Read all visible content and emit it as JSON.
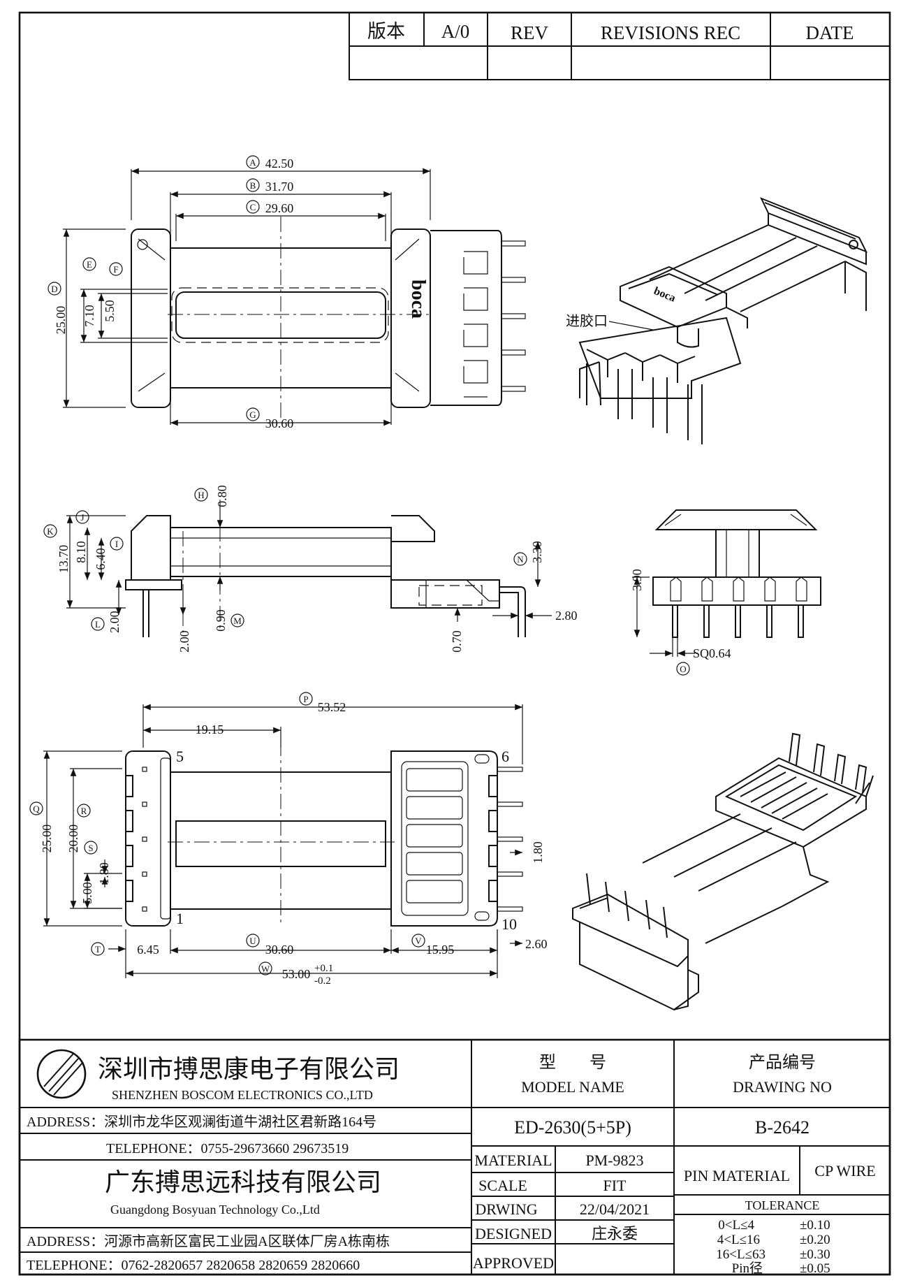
{
  "revision_block": {
    "version_label": "版本",
    "version_value": "A/0",
    "rev_header": "REV",
    "revisions_header": "REVISIONS REC",
    "date_header": "DATE"
  },
  "views": {
    "top_view": {
      "dimensions": [
        {
          "tag": "A",
          "value": "42.50"
        },
        {
          "tag": "B",
          "value": "31.70"
        },
        {
          "tag": "C",
          "value": "29.60"
        },
        {
          "tag": "D",
          "value": "25.00"
        },
        {
          "tag": "E",
          "value": "7.10"
        },
        {
          "tag": "F",
          "value": "5.50"
        },
        {
          "tag": "G",
          "value": "30.60"
        }
      ],
      "logo_text": "boca"
    },
    "iso_top": {
      "gate_label": "进胶口",
      "logo_text": "boca"
    },
    "side_view": {
      "dimensions": [
        {
          "tag": "H",
          "value": "0.80"
        },
        {
          "tag": "I",
          "value": "6.40"
        },
        {
          "tag": "J",
          "value": "8.10"
        },
        {
          "tag": "K",
          "value": "13.70"
        },
        {
          "tag": "L",
          "value": "2.00"
        },
        {
          "tag": "M",
          "value": "0.90"
        },
        {
          "tag": "N",
          "value": "3.30"
        }
      ],
      "extra_values": [
        "2.00",
        "0.70",
        "2.80"
      ]
    },
    "end_view": {
      "dimensions": [
        {
          "tag": "O",
          "value": "SQ0.64"
        }
      ],
      "extra_values": [
        "3.90"
      ]
    },
    "bottom_view": {
      "dimensions": [
        {
          "tag": "P",
          "value": "53.52"
        },
        {
          "tag": "Q",
          "value": "25.00"
        },
        {
          "tag": "R",
          "value": "20.00"
        },
        {
          "tag": "S",
          "value": "1.80"
        },
        {
          "tag": "T",
          "value": "6.45"
        },
        {
          "tag": "U",
          "value": "30.60"
        },
        {
          "tag": "V",
          "value": "15.95"
        },
        {
          "tag": "W",
          "value": "53.00"
        }
      ],
      "w_tol_plus": "+0.1",
      "w_tol_minus": "-0.2",
      "extra_values": [
        "19.15",
        "5.00",
        "1.80",
        "2.60"
      ],
      "pin_labels": [
        "5",
        "6",
        "1",
        "10"
      ]
    }
  },
  "title_block": {
    "company_cn": "深圳市搏思康电子有限公司",
    "company_en": "SHENZHEN BOSCOM ELECTRONICS CO.,LTD",
    "address1": "ADDRESS：深圳市龙华区观澜街道牛湖社区君新路164号",
    "telephone1": "TELEPHONE：0755-29673660 29673519",
    "company2_cn": "广东搏思远科技有限公司",
    "company2_en": "Guangdong Bosyuan Technology Co.,Ltd",
    "address2": "ADDRESS：河源市高新区富民工业园A区联体厂房A栋南栋",
    "telephone2": "TELEPHONE：0762-2820657 2820658 2820659 2820660",
    "model_label_cn": "型　　号",
    "model_label_en": "MODEL NAME",
    "drawing_label_cn": "产品编号",
    "drawing_label_en": "DRAWING NO",
    "model_value": "ED-2630(5+5P)",
    "drawing_value": "B-2642",
    "pin_material_label": "PIN MATERIAL",
    "pin_material_value": "CP WIRE",
    "material_label": "MATERIAL",
    "material_value": "PM-9823",
    "scale_label": "SCALE",
    "scale_value": "FIT",
    "drawing_date_label": "DRWING",
    "drawing_date_value": "22/04/2021",
    "designed_label": "DESIGNED",
    "designed_value": "庄永委",
    "approved_label": "APPROVED",
    "approved_value": "",
    "tolerance_label": "TOLERANCE",
    "tolerances": [
      {
        "range": "0<L≤4",
        "value": "±0.10"
      },
      {
        "range": "4<L≤16",
        "value": "±0.20"
      },
      {
        "range": "16<L≤63",
        "value": "±0.30"
      },
      {
        "range": "Pin径",
        "value": "±0.05"
      }
    ]
  }
}
